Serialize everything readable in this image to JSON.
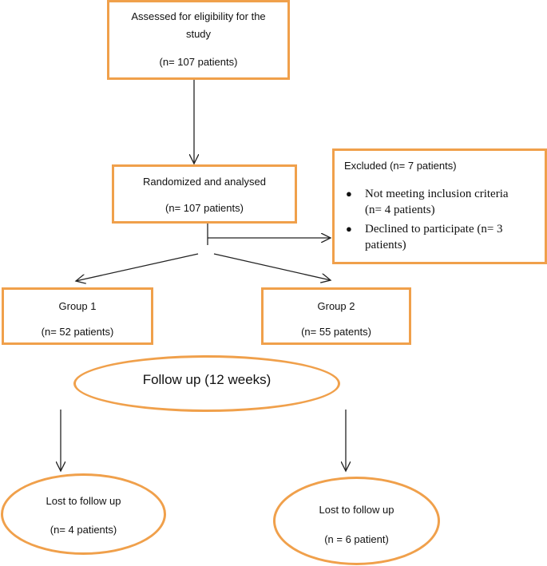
{
  "boxes": {
    "eligibility": {
      "line1": "Assessed for eligibility for the",
      "line2": "study",
      "count": "(n= 107 patients)"
    },
    "randomized": {
      "title": "Randomized and analysed",
      "count": "(n= 107 patients)"
    },
    "excluded": {
      "title": "Excluded (n= 7 patients)",
      "items": [
        {
          "line1": "Not meeting inclusion criteria",
          "line2": "(n= 4 patients)"
        },
        {
          "line1": "Declined to participate (n= 3",
          "line2": "patients)"
        }
      ]
    },
    "group1": {
      "title": "Group  1",
      "count": "(n= 52 patients)"
    },
    "group2": {
      "title": "Group 2",
      "count": "(n= 55 patents)"
    },
    "followup": {
      "title": "Follow up (12 weeks)"
    },
    "lost1": {
      "title": "Lost to follow up",
      "count": "(n= 4 patients)"
    },
    "lost2": {
      "title": "Lost to follow up",
      "count": "(n = 6  patient)"
    }
  },
  "colors": {
    "border": "#F0A04B",
    "line": "#222222"
  }
}
